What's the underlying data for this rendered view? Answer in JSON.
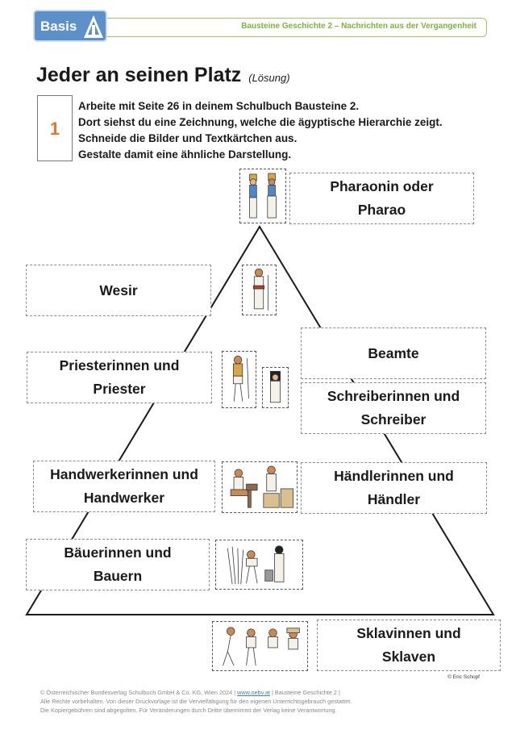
{
  "header": {
    "logo_text": "Basis",
    "series_title": "Bausteine Geschichte 2 – Nachrichten aus der Vergangenheit"
  },
  "title": {
    "main": "Jeder an seinen Platz",
    "sub": "(Lösung)"
  },
  "task": {
    "number": "1",
    "lines": [
      "Arbeite mit Seite 26 in deinem Schulbuch Bausteine 2.",
      "Dort siehst du eine Zeichnung, welche die ägyptische Hierarchie zeigt.",
      "Schneide die Bilder und Textkärtchen aus.",
      "Gestalte damit eine ähnliche Darstellung."
    ]
  },
  "cards": {
    "pharao": [
      "Pharaonin oder",
      "Pharao"
    ],
    "wesir": [
      "Wesir"
    ],
    "beamte": [
      "Beamte"
    ],
    "priester": [
      "Priesterinnen und",
      "Priester"
    ],
    "schreiber": [
      "Schreiberinnen und",
      "Schreiber"
    ],
    "handwerker": [
      "Handwerkerinnen und",
      "Handwerker"
    ],
    "haendler": [
      "Händlerinnen und",
      "Händler"
    ],
    "bauern": [
      "Bäuerinnen und",
      "Bauern"
    ],
    "sklaven": [
      "Sklavinnen und",
      "Sklaven"
    ]
  },
  "image_credit": "© Eric Schopf",
  "footer": {
    "line1_a": "© Österreichischer Bundesverlag Schulbuch GmbH & Co. KG, Wien 2024 | ",
    "line1_link": "www.oebv.at",
    "line1_b": " | Bausteine Geschichte 2 |",
    "line2": "Alle Rechte vorbehalten. Von dieser Druckvorlage ist die Vervielfältigung für den eigenen Unterrichtsgebrauch gestattet.",
    "line3": "Die Kopiergebühren sind abgegolten. Für Veränderungen durch Dritte übernimmt der Verlag keine Verantwortung."
  },
  "colors": {
    "accent_green": "#7fb040",
    "logo_blue": "#5d8fc9",
    "task_number_orange": "#e4782a"
  }
}
